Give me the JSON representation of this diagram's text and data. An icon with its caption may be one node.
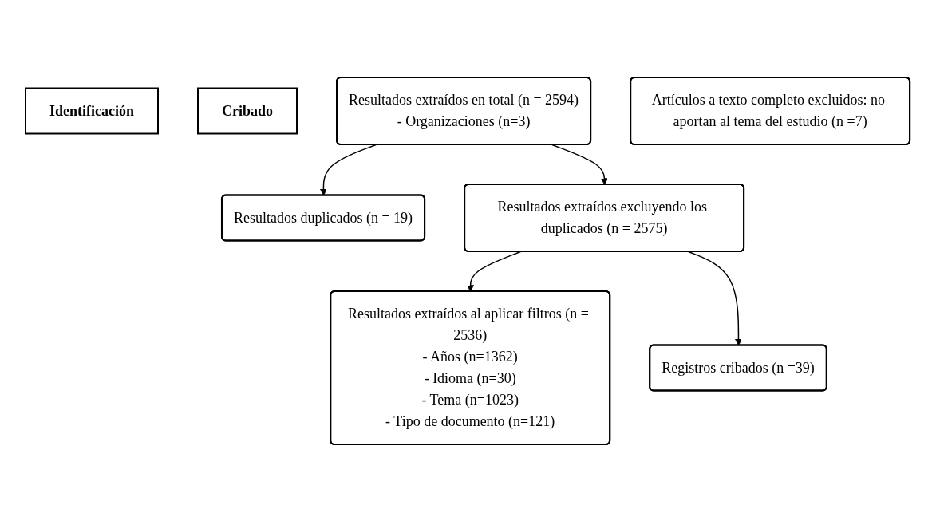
{
  "diagram": {
    "nodes": [
      {
        "text": [
          "Identificación"
        ]
      },
      {
        "text": [
          "Cribado"
        ]
      },
      {
        "text": [
          "Resultados extraídos en total (n = 2594)",
          "- Organizaciones (n=3)"
        ]
      },
      {
        "text": [
          "Resultados duplicados (n = 19)"
        ]
      },
      {
        "text": [
          "Resultados extraídos excluyendo los duplicados (n = 2575)"
        ]
      },
      {
        "text": [
          "Resultados extraídos al aplicar filtros (n = 2536)",
          "- Años (n=1362)",
          "- Idioma (n=30)",
          "- Tema (n=1023)",
          "- Tipo de documento (n=121)"
        ]
      },
      {
        "text": [
          "Registros cribados (n =39)"
        ]
      },
      {
        "text": [
          "Artículos a texto completo excluidos: no aportan al tema del estudio (n =7)"
        ]
      }
    ],
    "edges": [
      {
        "from": 2,
        "to": 3,
        "arrow": "to"
      },
      {
        "from": 2,
        "to": 4,
        "arrow": "to"
      },
      {
        "from": 4,
        "to": 5,
        "arrow": "to"
      },
      {
        "from": 4,
        "to": 6,
        "arrow": "to"
      }
    ]
  }
}
